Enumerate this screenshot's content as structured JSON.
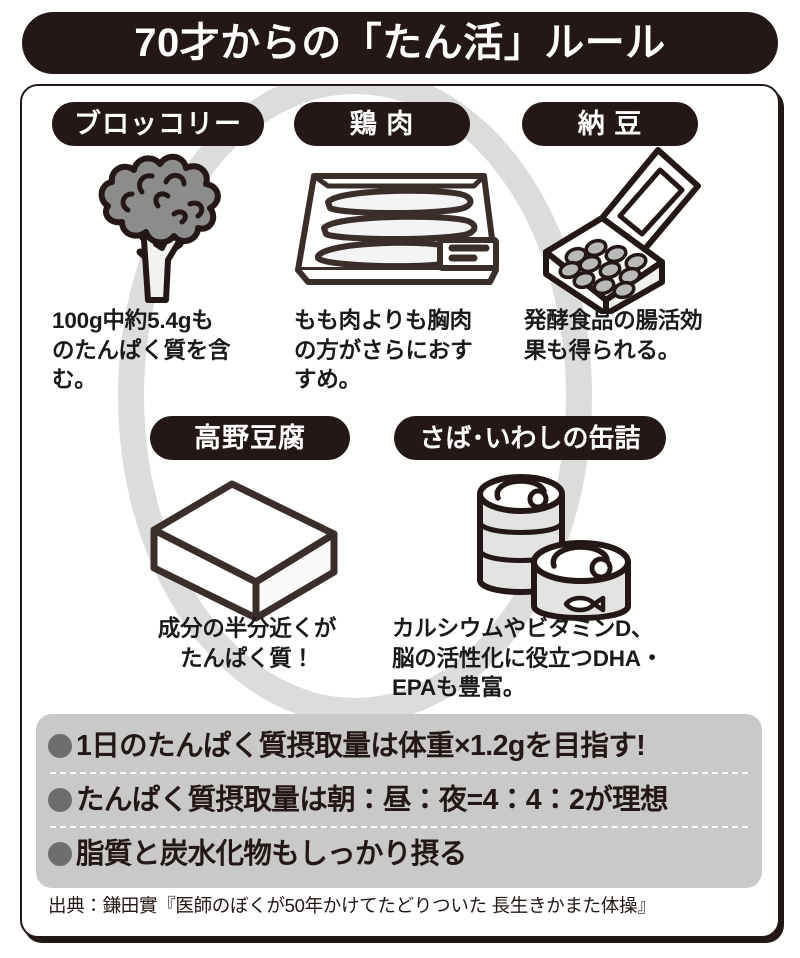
{
  "header": {
    "title": "70才からの「たん活」ルール"
  },
  "foods": [
    {
      "name": "broccoli",
      "label": "ブロッコリー",
      "icon": "broccoli-icon",
      "description": "100g中約5.4gも\nのたんぱく質を含\nむ。"
    },
    {
      "name": "chicken",
      "label": "鶏 肉",
      "icon": "chicken-tray-icon",
      "description": "もも肉よりも胸肉\nの方がさらにおす\nすめ。"
    },
    {
      "name": "natto",
      "label": "納 豆",
      "icon": "natto-box-icon",
      "description": "発酵食品の腸活効\n果も得られる。"
    },
    {
      "name": "koya-tofu",
      "label": "高野豆腐",
      "icon": "tofu-block-icon",
      "description": "成分の半分近くが\nたんぱく質！"
    },
    {
      "name": "canned-fish",
      "label": "さば･いわしの缶詰",
      "icon": "canned-fish-icon",
      "description": "カルシウムやビタミンD、\n脳の活性化に役立つDHA・\nEPAも豊富。"
    }
  ],
  "rules": [
    "1日のたんぱく質摂取量は体重×1.2gを目指す!",
    "たんぱく質摂取量は朝：昼：夜=4：4：2が理想",
    "脂質と炭水化物もしっかり摂る"
  ],
  "source": "出典：鎌田實『医師のぼくが50年かけてたどりついた 長生きかまた体操』",
  "colors": {
    "ink": "#231815",
    "panel_bg": "#ffffff",
    "ring_gray": "#dcdcdc",
    "rules_bg": "#c9c9c9",
    "bullet_gray": "#6e6e6e",
    "art_fill_gray": "#8c8c8c"
  }
}
